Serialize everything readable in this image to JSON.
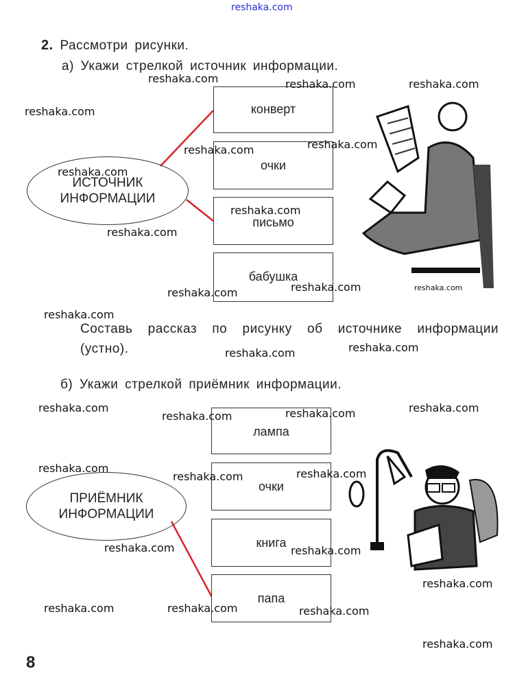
{
  "task_number": "2.",
  "task_title": "Рассмотри рисунки.",
  "part_a": {
    "instruction": "а) Укажи стрелкой источник информации.",
    "oval": "ИСТОЧНИК ИНФОРМАЦИИ",
    "boxes": [
      "конверт",
      "очки",
      "письмо",
      "бабушка"
    ],
    "story_prompt": "Составь рассказ по рисунку об источнике информации (устно)."
  },
  "part_b": {
    "instruction": "б) Укажи стрелкой приёмник информации.",
    "oval": "ПРИЁМНИК ИНФОРМАЦИИ",
    "boxes": [
      "лампа",
      "очки",
      "книга",
      "папа"
    ]
  },
  "page_number": "8",
  "answer_line_color": "#d8222a",
  "watermarks": [
    "reshaka.com",
    "reshaka.com",
    "reshaka.com",
    "reshaka.com",
    "reshaka.com",
    "reshaka.com",
    "reshaka.com",
    "reshaka.com",
    "reshaka.com",
    "reshaka.com",
    "reshaka.com",
    "reshaka.com",
    "reshaka.com",
    "reshaka.com",
    "reshaka.com",
    "reshaka.com",
    "reshaka.com",
    "reshaka.com",
    "reshaka.com",
    "reshaka.com",
    "reshaka.com",
    "reshaka.com",
    "reshaka.com",
    "reshaka.com",
    "reshaka.com",
    "reshaka.com",
    "reshaka.com",
    "reshaka.com",
    "reshaka.com",
    "reshaka.com"
  ]
}
